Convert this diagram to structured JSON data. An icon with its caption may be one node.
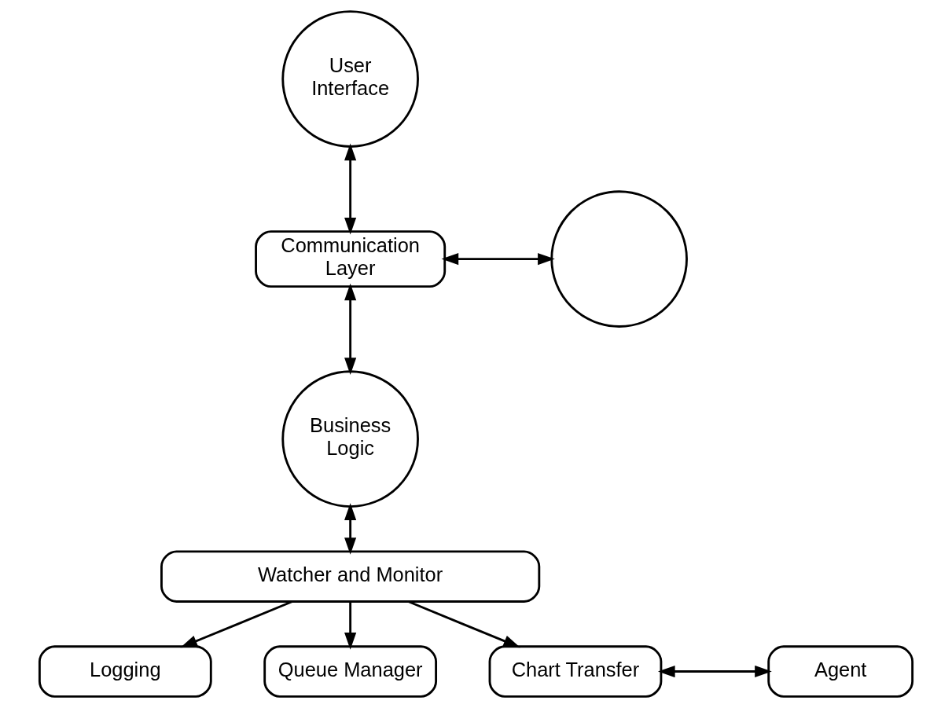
{
  "diagram": {
    "nodes": [
      {
        "text": [
          "User Interface"
        ]
      },
      {
        "text": [
          "Communication Layer"
        ]
      },
      {
        "text": [],
        "shape": "circle"
      },
      {
        "text": [
          "Business Logic"
        ]
      },
      {
        "text": [
          "Watcher and Monitor"
        ]
      },
      {
        "text": [
          "Logging"
        ]
      },
      {
        "text": [
          "Queue Manager"
        ]
      },
      {
        "text": [
          "Chart Transfer"
        ]
      },
      {
        "text": [
          "Agent"
        ]
      }
    ],
    "edges": [
      {
        "from": 0,
        "to": 1,
        "arrow": "both"
      },
      {
        "from": 1,
        "to": 2,
        "arrow": "both"
      },
      {
        "from": 1,
        "to": 3,
        "arrow": "both"
      },
      {
        "from": 3,
        "to": 4,
        "arrow": "both"
      },
      {
        "from": 4,
        "to": 5,
        "arrow": "to"
      },
      {
        "from": 4,
        "to": 6,
        "arrow": "to"
      },
      {
        "from": 4,
        "to": 7,
        "arrow": "to"
      },
      {
        "from": 7,
        "to": 8,
        "arrow": "both"
      }
    ]
  }
}
